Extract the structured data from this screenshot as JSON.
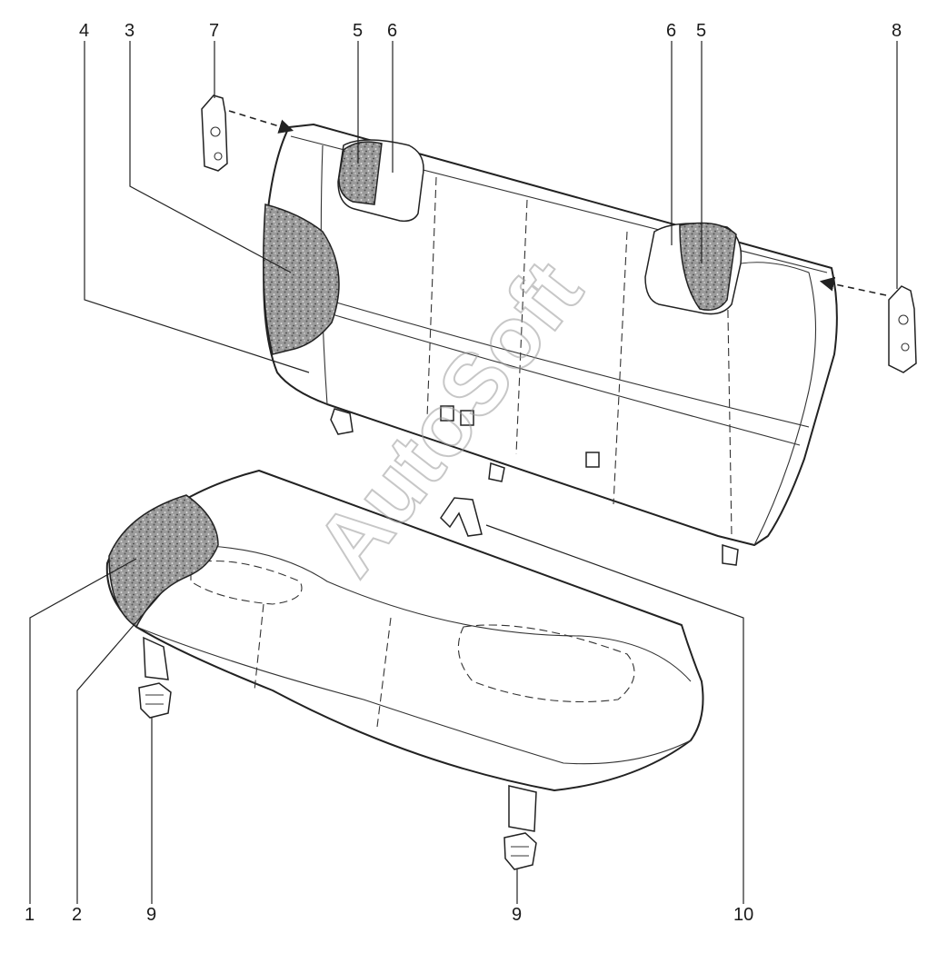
{
  "watermark": "AutoSoft",
  "callouts": [
    {
      "id": "c1",
      "text": "1"
    },
    {
      "id": "c2",
      "text": "2"
    },
    {
      "id": "c3",
      "text": "3"
    },
    {
      "id": "c4",
      "text": "4"
    },
    {
      "id": "c5a",
      "text": "5"
    },
    {
      "id": "c6a",
      "text": "6"
    },
    {
      "id": "c6b",
      "text": "6"
    },
    {
      "id": "c5b",
      "text": "5"
    },
    {
      "id": "c7",
      "text": "7"
    },
    {
      "id": "c8",
      "text": "8"
    },
    {
      "id": "c9a",
      "text": "9"
    },
    {
      "id": "c9b",
      "text": "9"
    },
    {
      "id": "c10",
      "text": "10"
    }
  ],
  "colors": {
    "ink": "#222222",
    "foam": "#7a7a7a",
    "watermark": "#9a9a9a"
  }
}
